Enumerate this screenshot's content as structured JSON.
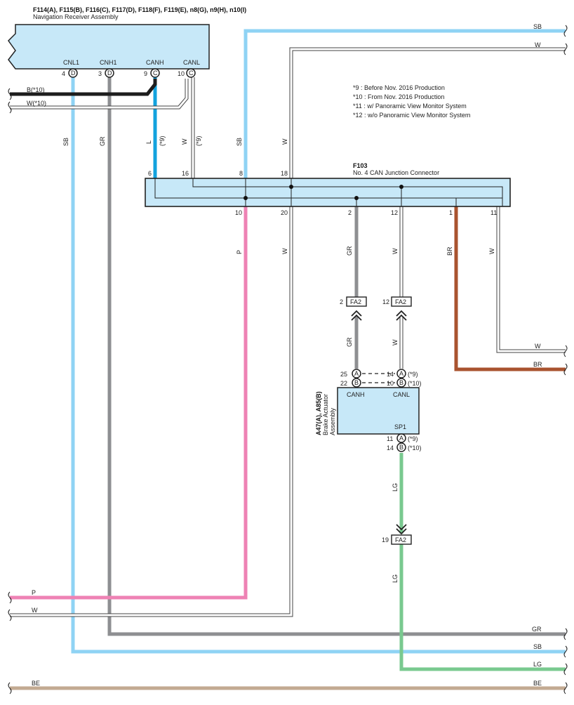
{
  "header": {
    "connectors": "F114(A), F115(B), F116(C), F117(D), F118(F), F119(E), n8(G), n9(H), n10(I)",
    "component": "Navigation Receiver Assembly"
  },
  "nav_pins": [
    {
      "name": "CNL1",
      "num": "4",
      "letter": "D"
    },
    {
      "name": "CNH1",
      "num": "3",
      "letter": "D"
    },
    {
      "name": "CANH",
      "num": "9",
      "letter": "C"
    },
    {
      "name": "CANL",
      "num": "10",
      "letter": "C"
    }
  ],
  "notes": [
    "*9 : Before Nov.  2016 Production",
    "*10 : From Nov.  2016 Production",
    "*11 : w/ Panoramic View Monitor System",
    "*12 : w/o Panoramic View Monitor System"
  ],
  "junction": {
    "id": "F103",
    "name": "No.  4 CAN Junction Connector",
    "top_pins": [
      "6",
      "16",
      "8",
      "18"
    ],
    "bottom_pins": [
      "10",
      "20",
      "2",
      "12",
      "1",
      "11"
    ]
  },
  "left_branch": {
    "b_label": "B(*10)",
    "w_label": "W(*10)"
  },
  "wire_labels": {
    "sb": "SB",
    "gr": "GR",
    "l": "L",
    "l_note": "(*9)",
    "w": "W",
    "w_note": "(*9)",
    "sb2": "SB",
    "w2": "W",
    "p": "P",
    "w3": "W",
    "gr2": "GR",
    "w4": "W",
    "br": "BR",
    "w5": "W",
    "gr3": "GR",
    "w6": "W",
    "lg": "LG",
    "lg2": "LG"
  },
  "right_edge": {
    "sb": "SB",
    "w": "W",
    "w_mid": "W",
    "br_mid": "BR"
  },
  "fa2": [
    {
      "num": "2",
      "id": "FA2"
    },
    {
      "num": "12",
      "id": "FA2"
    },
    {
      "num": "19",
      "id": "FA2"
    }
  ],
  "brake": {
    "connectors": "A47(A), A85(B)",
    "name_line1": "Brake Actuator",
    "name_line2": "Assembly",
    "canh": "CANH",
    "canl": "CANL",
    "sp1": "SP1",
    "pins_left": [
      {
        "num": "25",
        "letter": "A"
      },
      {
        "num": "22",
        "letter": "B"
      }
    ],
    "pins_right": [
      {
        "num": "14",
        "letter": "A",
        "note": "(*9)"
      },
      {
        "num": "10",
        "letter": "B",
        "note": "(*10)"
      }
    ],
    "pins_sp1": [
      {
        "num": "11",
        "letter": "A",
        "note": "(*9)"
      },
      {
        "num": "14",
        "letter": "B",
        "note": "(*10)"
      }
    ]
  },
  "bottom_labels": {
    "p": "P",
    "w": "W",
    "gr": "GR",
    "sb": "SB",
    "lg": "LG",
    "be_left": "BE",
    "be_right": "BE"
  },
  "colors": {
    "SB": "#8fd3f4",
    "L": "#12a2de",
    "GR": "#8e8f92",
    "P": "#ee82b4",
    "BR": "#a9532f",
    "LG": "#79c98f",
    "BE": "#c3aa92",
    "B": "#1d1d1d",
    "box": "#c7e8f8"
  }
}
